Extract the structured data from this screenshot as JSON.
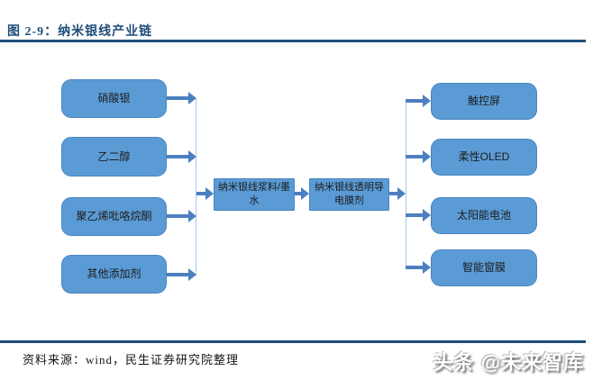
{
  "header": {
    "title": "图 2-9：纳米银线产业链"
  },
  "diagram": {
    "type": "flowchart-industry-chain",
    "inputs": [
      {
        "label": "硝酸银"
      },
      {
        "label": "乙二醇"
      },
      {
        "label": "聚乙烯吡咯烷酮"
      },
      {
        "label": "其他添加剂"
      }
    ],
    "intermediates": [
      {
        "label": "纳米银线浆料/墨水"
      },
      {
        "label": "纳米银线透明导电膜剂"
      }
    ],
    "applications": [
      {
        "label": "触控屏"
      },
      {
        "label": "柔性OLED"
      },
      {
        "label": "太阳能电池"
      },
      {
        "label": "智能窗膜"
      }
    ],
    "colors": {
      "box_fill": "#5B9BD5",
      "box_border": "#4A84C0",
      "arrow": "#4C7FC0",
      "connector_line": "#ABC8E8",
      "title_and_rules": "#1F4E79"
    }
  },
  "footer": {
    "source": "资料来源：wind，民生证券研究院整理",
    "watermark": "头条 @未来智库"
  }
}
